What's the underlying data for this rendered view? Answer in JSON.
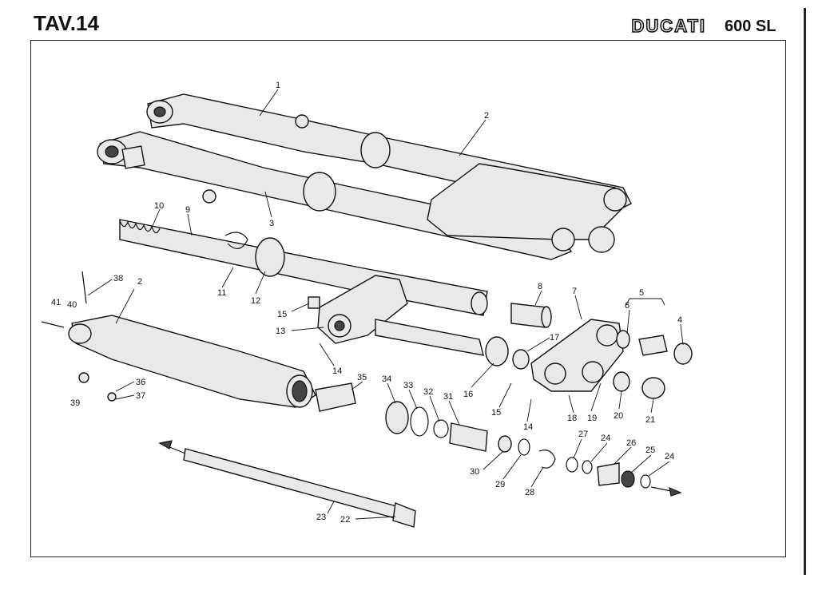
{
  "header": {
    "plate": "TAV.14",
    "brand": "DUCATI",
    "model": "600 SL"
  },
  "callouts": [
    "1",
    "2",
    "3",
    "10",
    "9",
    "11",
    "12",
    "38",
    "2",
    "41",
    "40",
    "15",
    "13",
    "8",
    "7",
    "5",
    "6",
    "4",
    "17",
    "14",
    "36",
    "37",
    "39",
    "35",
    "34",
    "33",
    "32",
    "31",
    "16",
    "15",
    "14",
    "18",
    "19",
    "20",
    "21",
    "27",
    "24",
    "26",
    "25",
    "24",
    "30",
    "29",
    "28",
    "23",
    "22"
  ]
}
